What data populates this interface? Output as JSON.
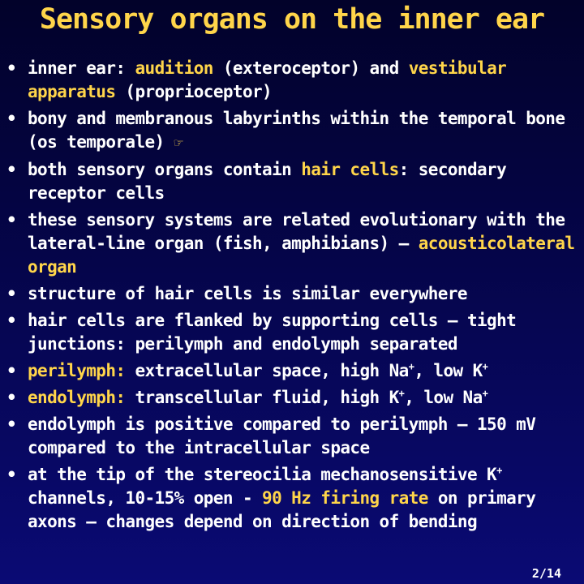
{
  "slide": {
    "title": "Sensory organs on the inner ear",
    "page_number": "2/14",
    "colors": {
      "background": "#04044a",
      "text": "#ffffff",
      "highlight": "#ffd54a"
    }
  },
  "bullets": [
    {
      "t1": "inner ear: ",
      "h1": "audition",
      "t2": " (exteroceptor) and ",
      "h2": "vestibular apparatus",
      "t3": " (proprioceptor)"
    },
    {
      "t1": "bony and membranous labyrinths within the temporal bone (os temporale) ",
      "icon": "pointing-hand-icon"
    },
    {
      "t1": "both sensory organs contain ",
      "h1": "hair cells",
      "t2": ": secondary receptor cells"
    },
    {
      "t1": "these sensory systems are related evolutionary with the lateral-line organ (fish, amphibians) – ",
      "h1": "acousticolateral organ"
    },
    {
      "t1": "structure of hair cells is similar everywhere"
    },
    {
      "t1": "hair cells are flanked by supporting cells – tight junctions: perilymph and endolymph separated"
    },
    {
      "h1": "perilymph:",
      "t1": " extracellular space, high Na",
      "s1": "+",
      "t2": ", low K",
      "s2": "+"
    },
    {
      "h1": "endolymph:",
      "t1": " transcellular fluid, high K",
      "s1": "+",
      "t2": ", low Na",
      "s2": "+"
    },
    {
      "t1": "endolymph is positive compared to perilymph – 150 mV compared to the intracellular space"
    },
    {
      "t1": "at the tip of the stereocilia mechanosensitive K",
      "s1": "+",
      "t2": " channels, 10-15% open - ",
      "h1": "90 Hz firing rate",
      "t3": " on primary axons – changes depend on direction of bending"
    }
  ]
}
